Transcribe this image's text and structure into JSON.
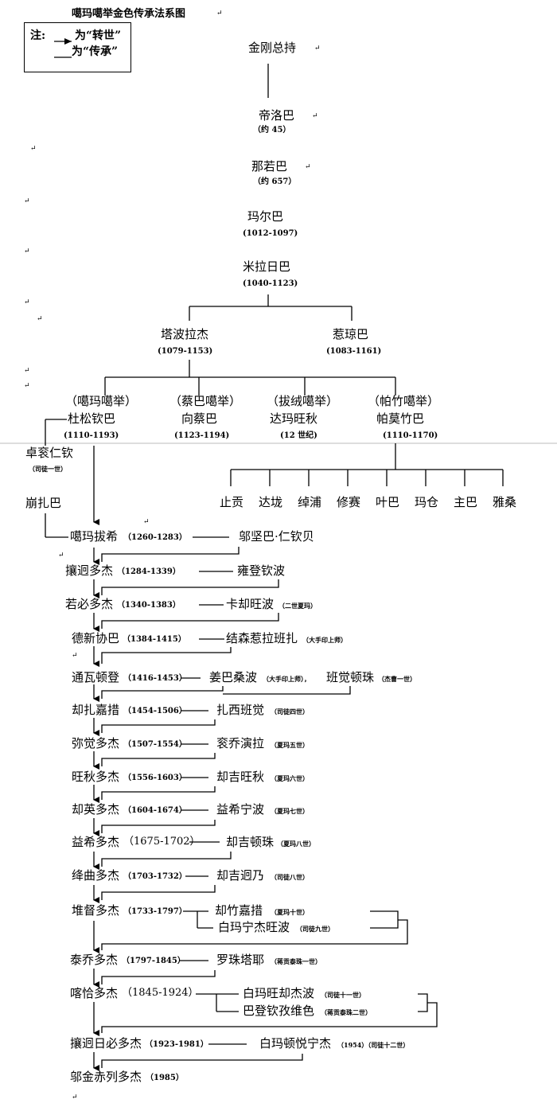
{
  "title": "噶玛噶举金色传承法系图",
  "note": {
    "prefix": "注:",
    "reincarnation": "为“转世”",
    "lineage": "为“传承”"
  },
  "return_mark": "↵",
  "top_lineage": [
    {
      "name": "金刚总持",
      "years": ""
    },
    {
      "name": "帝洛巴",
      "years": "（约 45）"
    },
    {
      "name": "那若巴",
      "years": "（约 657）"
    },
    {
      "name": "玛尔巴",
      "years": "(1012-1097)"
    },
    {
      "name": "米拉日巴",
      "years": "(1040-1123)"
    }
  ],
  "milarepa_disciples": [
    {
      "name": "塔波拉杰",
      "years": "(1079-1153)"
    },
    {
      "name": "惹琼巴",
      "years": "(1083-1161)"
    }
  ],
  "schools": [
    {
      "school": "（噶玛噶举）",
      "name": "杜松钦巴",
      "years": "(1110-1193)"
    },
    {
      "school": "（蔡巴噶举）",
      "name": "向蔡巴",
      "years": "(1123-1194)"
    },
    {
      "school": "（拔绒噶举）",
      "name": "达玛旺秋",
      "years": "(12 世纪)"
    },
    {
      "school": "（帕竹噶举）",
      "name": "帕莫竹巴",
      "years": "(1110-1170)"
    }
  ],
  "side": {
    "name1": "卓衮仁钦",
    "note1": "（司徒一世）",
    "name2": "崩扎巴"
  },
  "phagmo_branches": [
    "止贡",
    "达垅",
    "绰浦",
    "修赛",
    "叶巴",
    "玛仓",
    "主巴",
    "雅桑"
  ],
  "karmapas": [
    {
      "name": "噶玛拔希",
      "years": "（1260-1283）"
    },
    {
      "name": "攘迥多杰",
      "years": "（1284-1339）"
    },
    {
      "name": "若必多杰",
      "years": "（1340-1383）"
    },
    {
      "name": "德新协巴",
      "years": "（1384-1415）"
    },
    {
      "name": "通瓦顿登",
      "years": "（1416-1453）"
    },
    {
      "name": "却扎嘉措",
      "years": "（1454-1506）"
    },
    {
      "name": "弥觉多杰",
      "years": "（1507-1554）"
    },
    {
      "name": "旺秋多杰",
      "years": "（1556-1603）"
    },
    {
      "name": "却英多杰",
      "years": "（1604-1674）"
    },
    {
      "name": "益希多杰",
      "years": "（1675-1702）"
    },
    {
      "name": "绛曲多杰",
      "years": "（1703-1732）"
    },
    {
      "name": "堆督多杰",
      "years": "（1733-1797）"
    },
    {
      "name": "泰乔多杰",
      "years": "（1797-1845）"
    },
    {
      "name": "喀恰多杰",
      "years": "（1845-1924）"
    },
    {
      "name": "攘迥日必多杰",
      "years": "（1923-1981）"
    },
    {
      "name": "邬金赤列多杰",
      "years": "（1985）"
    }
  ],
  "teachers": [
    {
      "name": "邬坚巴·仁钦贝",
      "note": ""
    },
    {
      "name": "雍登钦波",
      "note": ""
    },
    {
      "name": "卡却旺波",
      "note": "（二世夏玛）"
    },
    {
      "name": "结森惹拉班扎",
      "note": "（大手印上师）"
    },
    {
      "name": "姜巴桑波",
      "note": "（大手印上师），"
    },
    {
      "name": "扎西班觉",
      "note": "（司徒四世）"
    },
    {
      "name": "衮乔演拉",
      "note": "（夏玛五世）"
    },
    {
      "name": "却吉旺秋",
      "note": "（夏玛六世）"
    },
    {
      "name": "益希宁波",
      "note": "（夏玛七世）"
    },
    {
      "name": "却吉顿珠",
      "note": "（夏玛八世）"
    },
    {
      "name": "却吉迥乃",
      "note": "（司徒八世）"
    },
    {
      "name": "罗珠塔耶",
      "note": "（蒋贡泰珠一世）"
    },
    {
      "name": "白玛顿悦宁杰",
      "note": "（1954）（司徒十二世）"
    }
  ],
  "extra_teachers": {
    "banjue": {
      "name": "班觉顿珠",
      "note": "（杰曹一世）"
    },
    "dudul1": {
      "name": "却竹嘉措",
      "note": "（夏玛十世）"
    },
    "dudul2": {
      "name": "白玛宁杰旺波",
      "note": "（司徒九世）"
    },
    "khakhyab1": {
      "name": "白玛旺却杰波",
      "note": "（司徒十一世）"
    },
    "khakhyab2": {
      "name": "巴登钦孜维色",
      "note": "（蒋贡泰珠二世）"
    }
  }
}
